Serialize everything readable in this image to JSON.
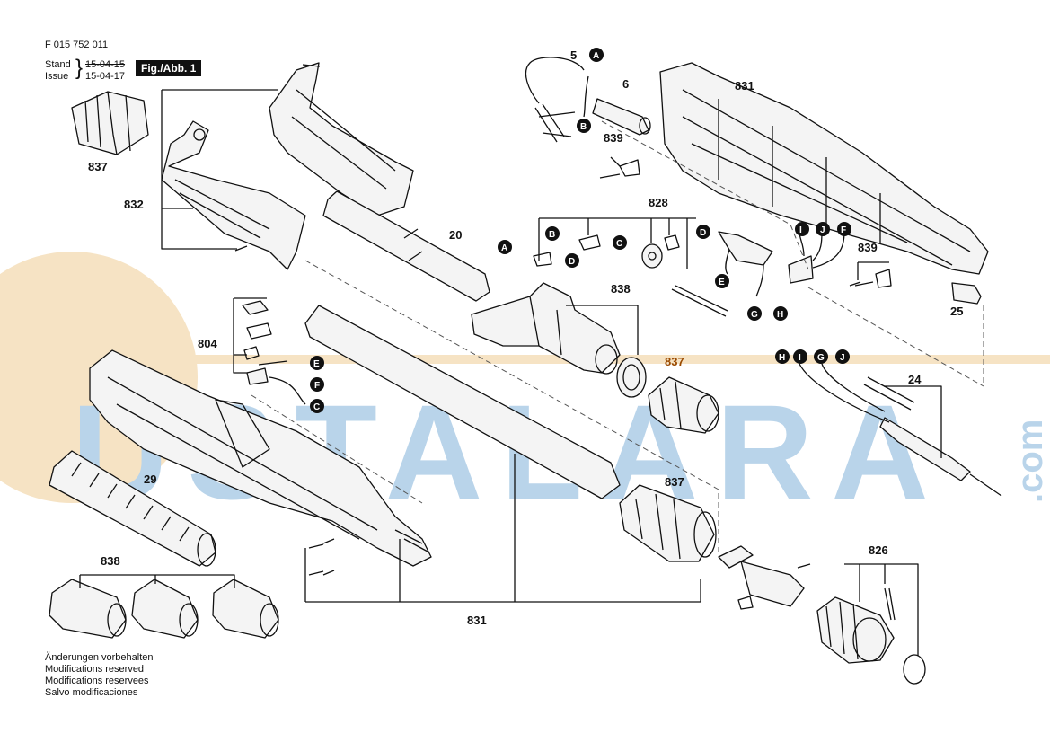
{
  "header": {
    "doc_number": "F 015 752 011",
    "stand_label": "Stand",
    "stand_date": "15-04-15",
    "issue_label": "Issue",
    "issue_date": "15-04-17",
    "figure_label": "Fig./Abb. 1"
  },
  "footer_notes": [
    "Änderungen vorbehalten",
    "Modifications reserved",
    "Modifications reservees",
    "Salvo modificaciones"
  ],
  "watermark": {
    "text": "USTALARA",
    "suffix": ".com",
    "color": "#b9d4ea",
    "circle_color": "#f6e3c4"
  },
  "part_labels": {
    "p837a": "837",
    "p832": "832",
    "p5": "5",
    "p6": "6",
    "p831a": "831",
    "p839a": "839",
    "p828": "828",
    "p20": "20",
    "p839b": "839",
    "p25": "25",
    "p838a": "838",
    "p804": "804",
    "p837b": "837",
    "p24": "24",
    "p29": "29",
    "p837c": "837",
    "p826": "826",
    "p838b": "838",
    "p831b": "831"
  },
  "connector_letters": {
    "A": "A",
    "B": "B",
    "C": "C",
    "D": "D",
    "E": "E",
    "F": "F",
    "G": "G",
    "H": "H",
    "I": "I",
    "J": "J"
  },
  "colors": {
    "line": "#111111",
    "highlight": "#9a4a00",
    "dashed": "#555555"
  }
}
